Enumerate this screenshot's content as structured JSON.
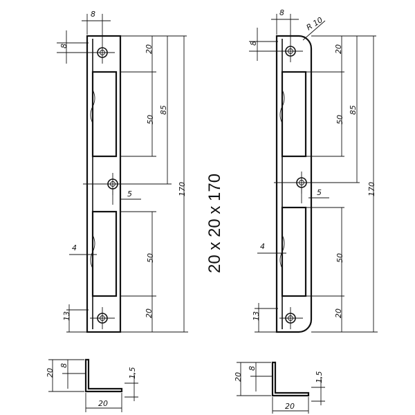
{
  "drawing": {
    "title": "20 x 20 x 170",
    "left_plate": {
      "top_offset": "8",
      "top_width": "8",
      "top_to_slot": "20",
      "slot_height": "50",
      "center_dist": "85",
      "total_length": "170",
      "screw_offset": "5",
      "notch_depth": "4",
      "bottom_slot": "50",
      "bottom_to_hole": "20",
      "bottom_hole_dist": "13"
    },
    "right_plate": {
      "top_offset": "8",
      "top_width": "8",
      "radius": "R 10",
      "top_to_slot": "20",
      "slot_height": "50",
      "center_dist": "85",
      "total_length": "170",
      "screw_offset": "5",
      "notch_depth": "4",
      "bottom_slot": "50",
      "bottom_to_hole": "20",
      "bottom_hole_dist": "13"
    },
    "left_section": {
      "height": "20",
      "inner": "8",
      "thickness": "1,5",
      "width": "20"
    },
    "right_section": {
      "height": "20",
      "inner": "8",
      "thickness": "1,5",
      "width": "20"
    }
  }
}
